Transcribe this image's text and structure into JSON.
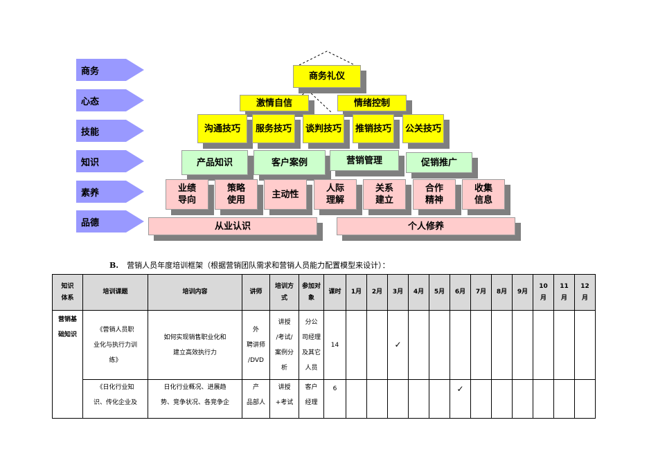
{
  "levels": [
    "商务",
    "心态",
    "技能",
    "知识",
    "素养",
    "品德"
  ],
  "pyramid": {
    "etiquette": "商务礼仪",
    "mindset": [
      "激情自信",
      "情绪控制"
    ],
    "skills": [
      "沟通技巧",
      "服务技巧",
      "谈判技巧",
      "推销技巧",
      "公关技巧"
    ],
    "knowledge": [
      "产品知识",
      "客户案例",
      "营销管理",
      "促销推广"
    ],
    "literacy": [
      [
        "业绩",
        "导向"
      ],
      [
        "策略",
        "使用"
      ],
      [
        "主动性"
      ],
      [
        "人际",
        "理解"
      ],
      [
        "关系",
        "建立"
      ],
      [
        "合作",
        "精神"
      ],
      [
        "收集",
        "信息"
      ]
    ],
    "ethics": [
      "从业认识",
      "个人修养"
    ]
  },
  "caption": {
    "letter": "B.",
    "text": "营销人员年度培训框架（根据营销团队需求和营销人员能力配置模型来设计）："
  },
  "table": {
    "headers": {
      "system": [
        "知识",
        "体系"
      ],
      "topic": "培训课题",
      "content": "培训内容",
      "lecturer": "讲师",
      "method": [
        "培训方",
        "式"
      ],
      "audience": [
        "参加对",
        "象"
      ],
      "hours": "课时",
      "months": [
        "1月",
        "2月",
        "3月",
        "4月",
        "5月",
        "6月",
        "7月",
        "8月",
        "9月"
      ],
      "months_late": [
        [
          "10",
          "月"
        ],
        [
          "11",
          "月"
        ],
        [
          "12",
          "月"
        ]
      ]
    },
    "category": [
      "营销基",
      "础知识"
    ],
    "rows": [
      {
        "topic": [
          "《营销人员职",
          "业化与执行力训",
          "练》"
        ],
        "content": [
          "如何实现销售职业化和",
          "建立高效执行力"
        ],
        "lecturer": [
          "外",
          "聘讲师",
          "/DVD"
        ],
        "method": [
          "讲授",
          "/考试/",
          "案例分",
          "析"
        ],
        "audience": [
          "分公",
          "司经理",
          "及其它",
          "人员"
        ],
        "hours": "14",
        "check_symbol": "✓",
        "check_month": "3月"
      },
      {
        "topic": [
          "《日化行业知",
          "识、传化企业及"
        ],
        "content": [
          "日化行业概况、进展趋",
          "势、竞争状况、各竞争企"
        ],
        "lecturer": [
          "产",
          "品部人"
        ],
        "method": [
          "讲授",
          "+考试"
        ],
        "audience": [
          "客户",
          "经理"
        ],
        "hours": "6",
        "check_symbol": "✓",
        "check_month": "6月"
      }
    ]
  }
}
